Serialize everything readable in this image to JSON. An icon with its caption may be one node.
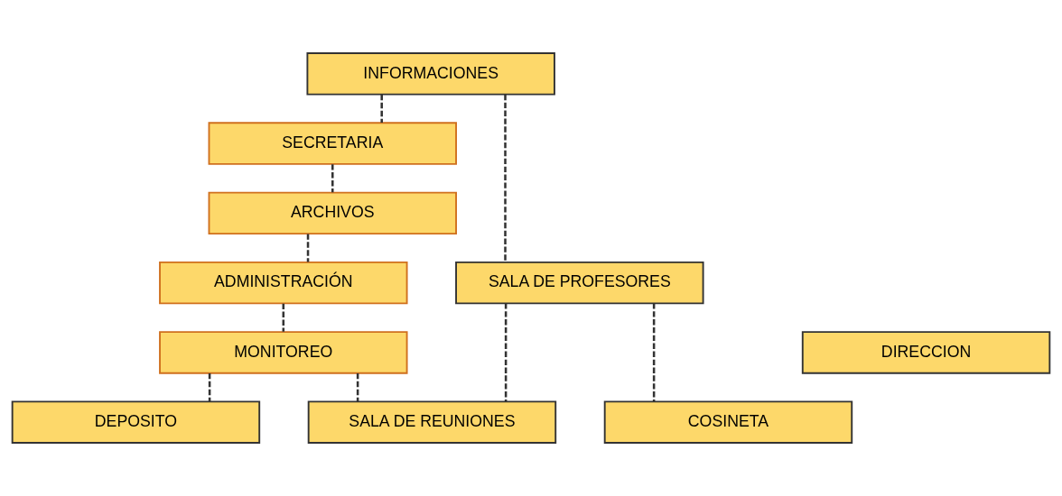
{
  "diagram": {
    "nodes": [
      {
        "text": [
          "INFORMACIONES"
        ]
      },
      {
        "text": [
          "SECRETARIA"
        ]
      },
      {
        "text": [
          "ARCHIVOS"
        ]
      },
      {
        "text": [
          "ADMINISTRACIÓN"
        ]
      },
      {
        "text": [
          "SALA DE PROFESORES"
        ]
      },
      {
        "text": [
          "DIRECCION"
        ]
      },
      {
        "text": [
          "MONITOREO"
        ]
      },
      {
        "text": [
          "SALA DE REUNIONES"
        ]
      },
      {
        "text": [
          "COSINETA"
        ]
      },
      {
        "text": [
          "DEPOSITO"
        ]
      }
    ],
    "edges": [
      {
        "from": 0,
        "to": 4,
        "arrow": "none",
        "style": "dashed"
      },
      {
        "from": 0,
        "to": 1,
        "arrow": "none",
        "style": "dashed"
      },
      {
        "from": 1,
        "to": 2,
        "arrow": "none",
        "style": "dashed"
      },
      {
        "from": 2,
        "to": 3,
        "arrow": "none",
        "style": "dashed"
      },
      {
        "from": 3,
        "to": 6,
        "arrow": "none",
        "style": "dashed"
      },
      {
        "from": 4,
        "to": 7,
        "arrow": "none",
        "style": "dashed"
      },
      {
        "from": 4,
        "to": 8,
        "arrow": "none",
        "style": "dashed"
      },
      {
        "from": 6,
        "to": 7,
        "arrow": "none",
        "style": "dashed"
      },
      {
        "from": 6,
        "to": 9,
        "arrow": "none",
        "style": "dashed"
      }
    ]
  }
}
